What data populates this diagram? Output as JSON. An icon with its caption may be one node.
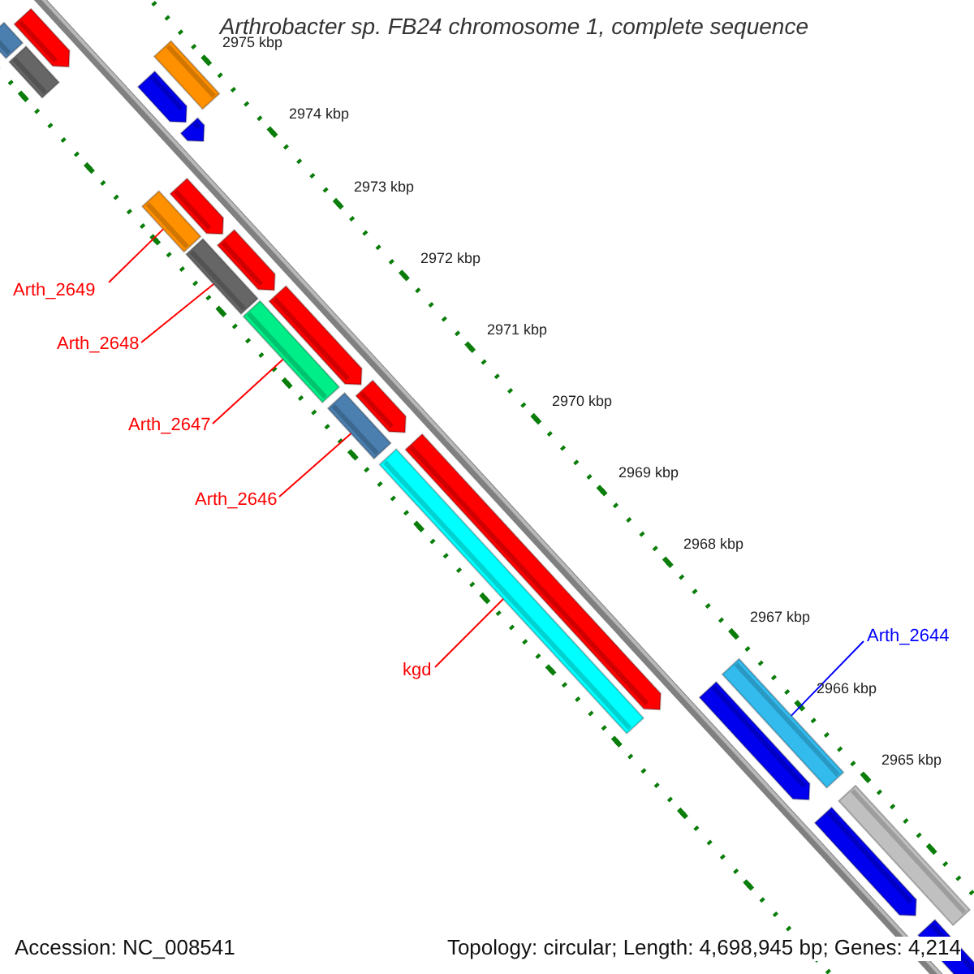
{
  "diagram": {
    "title": "Arthrobacter sp. FB24 chromosome 1, complete sequence",
    "nodes": [
      {
        "text": [
          "Arth_2649"
        ]
      },
      {
        "text": [
          "Arth_2648"
        ]
      },
      {
        "text": [
          "Arth_2647"
        ]
      },
      {
        "text": [
          "Arth_2646"
        ]
      },
      {
        "text": [
          "kgd"
        ]
      },
      {
        "text": [
          "Arth_2644"
        ]
      },
      {
        "text": [],
        "shape": "bar"
      },
      {
        "text": [],
        "shape": "bar"
      },
      {
        "text": [],
        "shape": "arrow"
      },
      {
        "text": [],
        "shape": "bar"
      },
      {
        "text": [],
        "shape": "arrow"
      },
      {
        "text": [],
        "shape": "arrow"
      },
      {
        "text": [],
        "shape": "bar"
      },
      {
        "text": [],
        "shape": "arrow"
      },
      {
        "text": [],
        "shape": "bar"
      },
      {
        "text": [],
        "shape": "arrow"
      },
      {
        "text": [],
        "shape": "bar"
      },
      {
        "text": [],
        "shape": "arrow"
      },
      {
        "text": [],
        "shape": "bar"
      },
      {
        "text": [],
        "shape": "arrow"
      },
      {
        "text": [],
        "shape": "bar"
      },
      {
        "text": [],
        "shape": "arrow"
      },
      {
        "text": [],
        "shape": "bar"
      },
      {
        "text": [],
        "shape": "arrow"
      },
      {
        "text": [],
        "shape": "bar"
      },
      {
        "text": [],
        "shape": "arrow"
      },
      {
        "text": [],
        "shape": "arrow"
      }
    ],
    "edges": [
      {
        "from": 0,
        "to": 12,
        "arrow": "none"
      },
      {
        "from": 1,
        "to": 14,
        "arrow": "none"
      },
      {
        "from": 2,
        "to": 16,
        "arrow": "none"
      },
      {
        "from": 3,
        "to": 18,
        "arrow": "none"
      },
      {
        "from": 4,
        "to": 20,
        "arrow": "none"
      },
      {
        "from": 5,
        "to": 22,
        "arrow": "none",
        "color": "#0000ff"
      }
    ],
    "labels": [
      "2975 kbp",
      "2974 kbp",
      "2973 kbp",
      "2972 kbp",
      "2971 kbp",
      "2970 kbp",
      "2969 kbp",
      "2968 kbp",
      "2967 kbp",
      "2966 kbp",
      "2965 kbp",
      "Accession: NC_008541",
      "Topology: circular; Length: 4,698,945 bp; Genes: 4,214"
    ]
  }
}
